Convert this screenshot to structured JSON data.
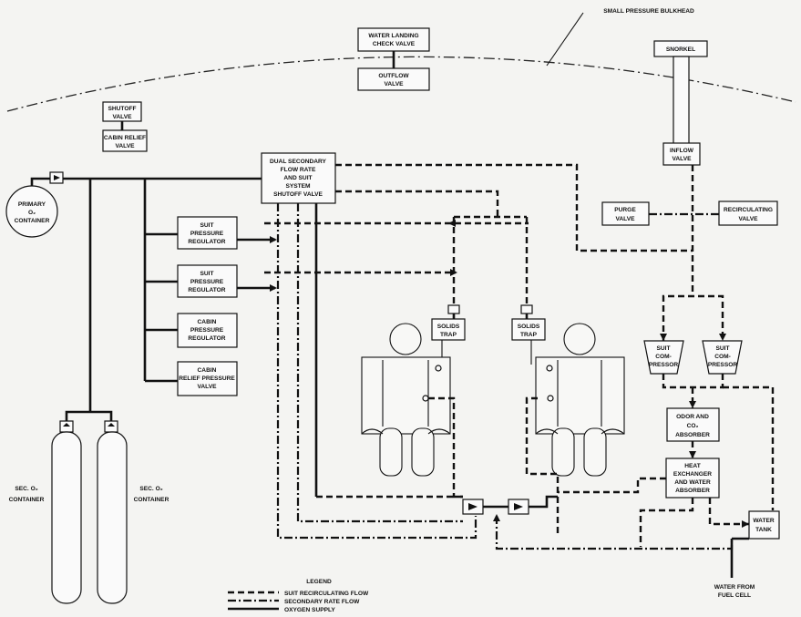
{
  "labels": {
    "bulkhead": "SMALL PRESSURE BULKHEAD",
    "water_landing": [
      "WATER LANDING",
      "CHECK VALVE"
    ],
    "outflow": [
      "OUTFLOW",
      "VALVE"
    ],
    "snorkel": [
      "SNORKEL"
    ],
    "shutoff": [
      "SHUTOFF",
      "VALVE"
    ],
    "cabin_relief": [
      "CABIN RELIEF",
      "VALVE"
    ],
    "dual_secondary": [
      "DUAL SECONDARY",
      "FLOW RATE",
      "AND SUIT",
      "SYSTEM",
      "SHUTOFF VALVE"
    ],
    "inflow": [
      "INFLOW",
      "VALVE"
    ],
    "primary": [
      "PRIMARY",
      "O₂",
      "CONTAINER"
    ],
    "suit_reg_1": [
      "SUIT",
      "PRESSURE",
      "REGULATOR"
    ],
    "suit_reg_2": [
      "SUIT",
      "PRESSURE",
      "REGULATOR"
    ],
    "cabin_reg": [
      "CABIN",
      "PRESSURE",
      "REGULATOR"
    ],
    "cabin_relief_pressure": [
      "CABIN",
      "RELIEF PRESSURE",
      "VALVE"
    ],
    "purge": [
      "PURGE",
      "VALVE"
    ],
    "recirculating": [
      "RECIRCULATING",
      "VALVE"
    ],
    "solids_trap_1": [
      "SOLIDS",
      "TRAP"
    ],
    "solids_trap_2": [
      "SOLIDS",
      "TRAP"
    ],
    "suit_comp_1": [
      "SUIT",
      "COM-",
      "PRESSOR"
    ],
    "suit_comp_2": [
      "SUIT",
      "COM-",
      "PRESSOR"
    ],
    "odor": [
      "ODOR AND",
      "CO₂",
      "ABSORBER"
    ],
    "heat_exchanger": [
      "HEAT",
      "EXCHANGER",
      "AND WATER",
      "ABSORBER"
    ],
    "water_tank": [
      "WATER",
      "TANK"
    ],
    "water_from_fuel": [
      "WATER FROM",
      "FUEL CELL"
    ],
    "sec_container_left": [
      "SEC. O₂",
      "CONTAINER"
    ],
    "sec_container_right": [
      "SEC. O₂",
      "CONTAINER"
    ]
  },
  "legend": {
    "title": "LEGEND",
    "items": [
      "SUIT RECIRCULATING FLOW",
      "SECONDARY RATE FLOW",
      "OXYGEN SUPPLY"
    ]
  }
}
